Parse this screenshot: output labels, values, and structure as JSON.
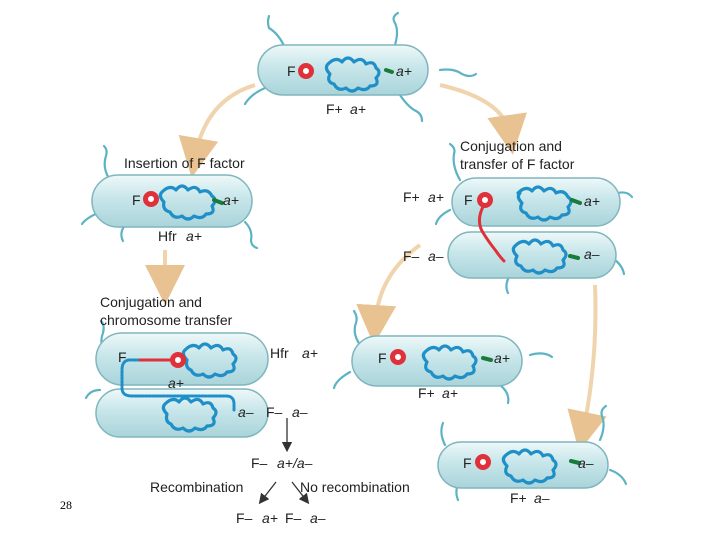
{
  "page_number": "28",
  "colors": {
    "cell_fill": "#c7e6ea",
    "cell_highlight": "#eef8f9",
    "cell_border": "#7fb6bd",
    "chromosome": "#1f8fc8",
    "f_factor": "#e0313a",
    "arrow": "#f0d4ad",
    "pilus": "#5cb3c4",
    "gene_marker": "#1a7a3a"
  },
  "cells": {
    "top": {
      "f_label": "F",
      "gene_label": "a+",
      "caption_main": "F+",
      "caption_gene": "a+"
    },
    "hfr_insertion": {
      "f_label": "F",
      "gene_label": "a+",
      "caption_main": "Hfr",
      "caption_gene": "a+",
      "heading": "Insertion of F factor"
    },
    "right_donor": {
      "f_label": "F",
      "gene_label": "a+",
      "side_main": "F+",
      "side_gene": "a+",
      "heading_line1": "Conjugation and",
      "heading_line2": "transfer of F factor"
    },
    "right_recipient": {
      "gene_label": "a–",
      "side_main": "F–",
      "side_gene": "a–"
    },
    "center_product": {
      "f_label": "F",
      "gene_label": "a+",
      "caption_main": "F+",
      "caption_gene": "a+"
    },
    "hfr_donor": {
      "f_label": "F",
      "side_main": "Hfr",
      "side_gene": "a+",
      "heading_line1": "Conjugation and",
      "heading_line2": "chromosome transfer",
      "transfer_gene": "a+"
    },
    "hfr_recipient": {
      "gene_label": "a–",
      "side_main": "F–",
      "side_gene": "a–"
    },
    "bottom_right": {
      "f_label": "F",
      "gene_label": "a–",
      "caption_main": "F+",
      "caption_gene": "a–"
    }
  },
  "outcome": {
    "merozygote_main": "F–",
    "merozygote_gene": "a+/a–",
    "recombination": "Recombination",
    "no_recombination": "No recombination",
    "result_left_main": "F–",
    "result_left_gene": "a+",
    "result_right_main": "F–",
    "result_right_gene": "a–"
  }
}
